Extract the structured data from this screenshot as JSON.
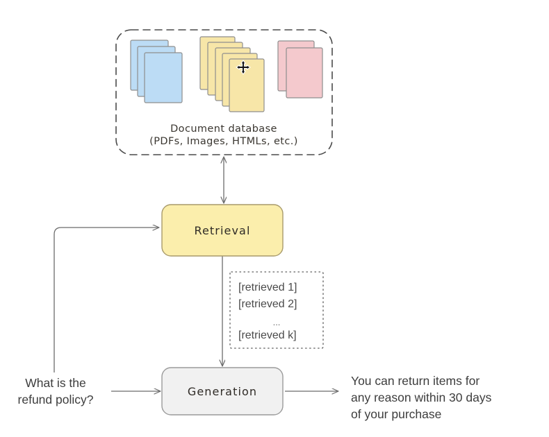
{
  "diagram": {
    "title_none": "",
    "document_database": {
      "caption_line1": "Document database",
      "caption_line2": "(PDFs, Images, HTMLs, etc.)",
      "container_style": "dashed",
      "stacks": [
        {
          "name": "blue-document-stack",
          "sheets": 3,
          "fill": "#bcdcf5",
          "stroke": "#8e8e8e"
        },
        {
          "name": "yellow-document-stack",
          "sheets": 5,
          "fill": "#f7e6a8",
          "stroke": "#8e8e8e"
        },
        {
          "name": "pink-document-stack",
          "sheets": 2,
          "fill": "#f4c9cd",
          "stroke": "#8e8e8e"
        }
      ],
      "cursor_icon": "move-cursor-icon"
    },
    "nodes": [
      {
        "id": "retrieval",
        "label": "Retrieval",
        "fill": "#fbeeac",
        "stroke": "#a89a6b"
      },
      {
        "id": "generation",
        "label": "Generation",
        "fill": "#f1f1f1",
        "stroke": "#9a9a9a"
      }
    ],
    "retrieved_box": {
      "items": [
        "[retrieved 1]",
        "[retrieved 2]",
        "...",
        "[retrieved k]"
      ],
      "border_style": "dotted"
    },
    "question": {
      "line1": "What is the",
      "line2": "refund policy?"
    },
    "answer": {
      "line1": "You can return items for",
      "line2": "any reason within 30 days",
      "line3": "of your purchase"
    },
    "edges": [
      {
        "name": "edge-database-retrieval",
        "type": "double-arrow"
      },
      {
        "name": "edge-retrieval-generation",
        "type": "arrow"
      },
      {
        "name": "edge-question-generation",
        "type": "arrow"
      },
      {
        "name": "edge-generation-answer",
        "type": "arrow"
      },
      {
        "name": "edge-question-feedback-retrieval",
        "type": "arrow"
      }
    ],
    "colors": {
      "background": "#ffffff",
      "line": "#6b6b6b",
      "dashed_border": "#4a4a4a"
    }
  }
}
